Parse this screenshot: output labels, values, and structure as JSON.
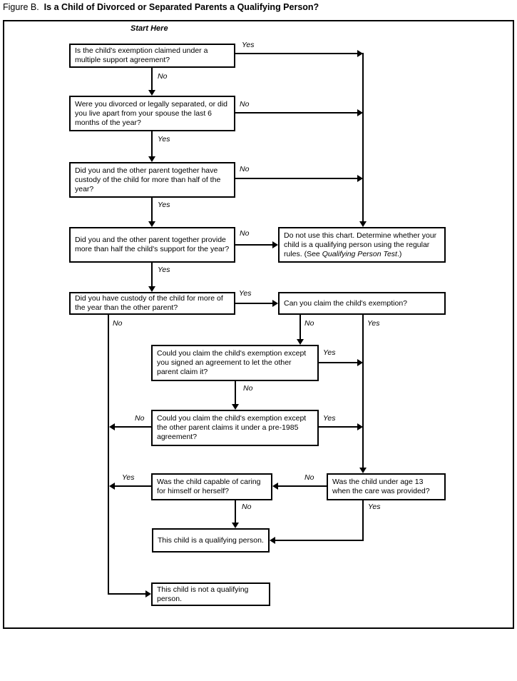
{
  "title": {
    "figure_label": "Figure B.",
    "heading": "Is a Child of Divorced or Separated Parents a Qualifying Person?"
  },
  "start_label": "Start Here",
  "labels": {
    "yes": "Yes",
    "no": "No"
  },
  "nodes": {
    "multiple_support": "Is the child's exemption claimed under a multiple support agreement?",
    "divorced_separated": "Were you divorced or legally separated, or did you live apart from your spouse the last 6 months of the year?",
    "custody_together": "Did you and the other parent together have custody of the child for more than half of the year?",
    "support_together": "Did you and the other parent together provide more than half the child's support for the year?",
    "custody_more": "Did you have custody of the child for more of the year than the other parent?",
    "do_not_use": {
      "pre": "Do not use this chart. Determine whether your child is a qualifying person using the regular rules. (See ",
      "italic": "Qualifying Person Test",
      "post": ".)"
    },
    "can_claim": "Can you claim the child's exemption?",
    "signed_agreement": "Could you claim the child's exemption except you signed an agreement to let the other parent claim it?",
    "pre_1985": "Could you claim the child's exemption except the other parent claims it under a pre-1985 agreement?",
    "capable_caring": "Was the child capable of caring for himself or herself?",
    "under_13": "Was the child under age 13 when the care was provided?",
    "qualifying": "This child is a qualifying person.",
    "not_qualifying": "This child is not a qualifying person."
  }
}
